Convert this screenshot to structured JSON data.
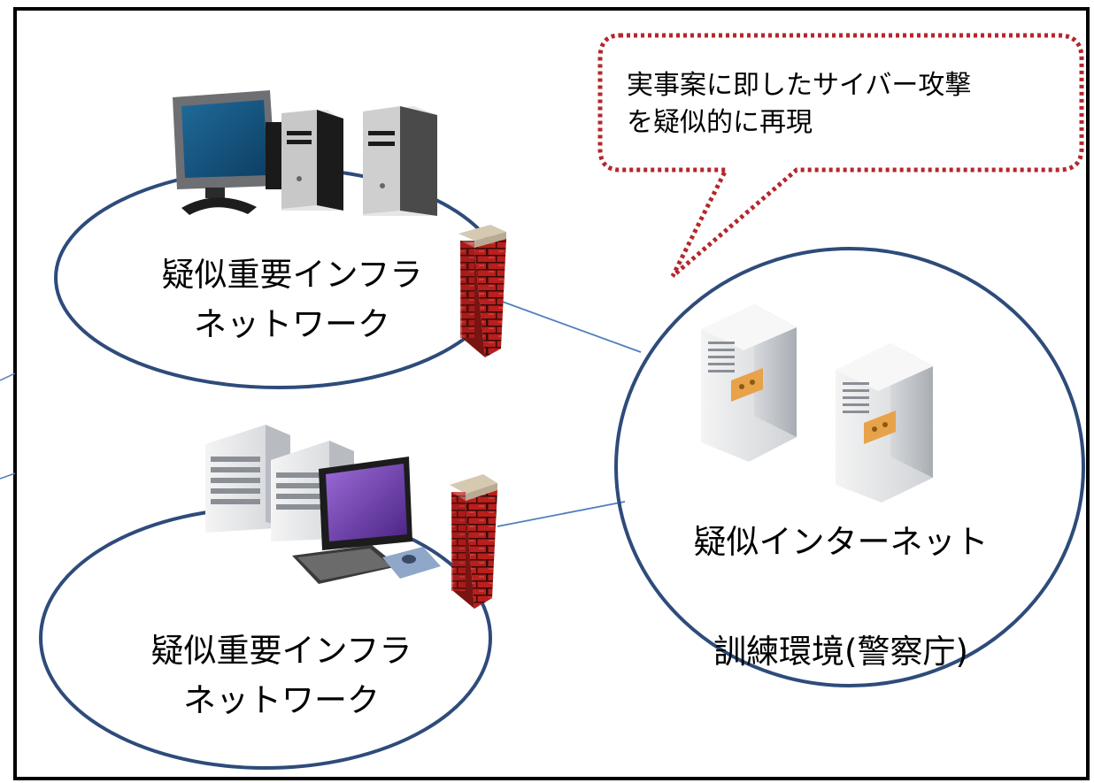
{
  "callout": {
    "line1": "実事案に即したサイバー攻撃",
    "line2": "を疑似的に再現"
  },
  "network_top": {
    "line1": "疑似重要インフラ",
    "line2": "ネットワーク"
  },
  "network_bottom": {
    "line1": "疑似重要インフラ",
    "line2": "ネットワーク"
  },
  "internet": {
    "label": "疑似インターネット"
  },
  "environment": {
    "label": "訓練環境(警察庁)"
  },
  "colors": {
    "ellipse_stroke": "#2e4b7a",
    "connector": "#4f7fbf",
    "callout_border": "#b5262b",
    "brick": "#c0241f",
    "frame": "#000000"
  }
}
